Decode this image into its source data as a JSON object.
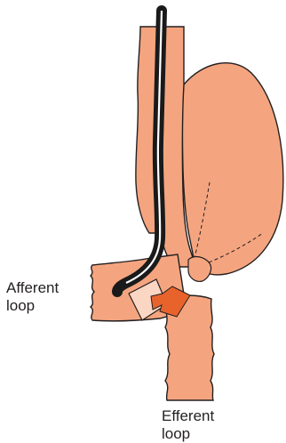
{
  "labels": {
    "afferent_line1": "Afferent",
    "afferent_line2": "loop",
    "efferent_line1": "Efferent",
    "efferent_line2": "loop"
  },
  "colors": {
    "tissue": "#f4a57f",
    "tissue_pale": "#fbd6c2",
    "outline": "#231f20",
    "endoscope": "#1a1a1a",
    "arrow": "#e8632b",
    "background": "#ffffff"
  },
  "icons": {
    "endoscope": "endoscope-icon",
    "direction_arrow": "arrow-icon"
  }
}
